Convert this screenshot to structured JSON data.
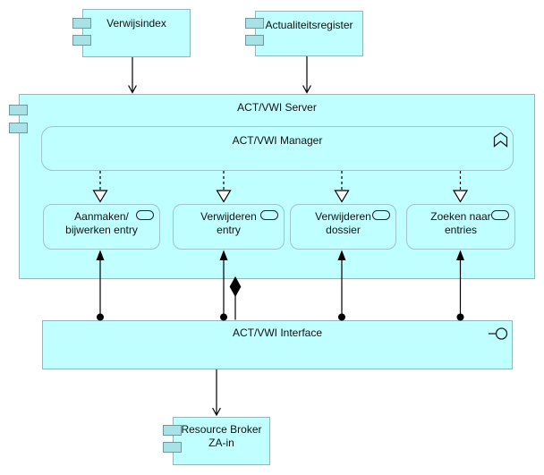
{
  "diagram": {
    "colors": {
      "node_fill": "#BFFFFF",
      "node_border": "#8FB8BE",
      "rounded_border": "#9FC4CA",
      "component_icon_fill": "#A8E2E6",
      "component_icon_border": "#6D9BA1",
      "connector": "#000000"
    },
    "nodes": {
      "verwijsindex": {
        "label": "Verwijsindex",
        "type": "application-component"
      },
      "actualiteitsregister": {
        "label": "Actualiteitsregister",
        "type": "application-component"
      },
      "server": {
        "label": "ACT/VWI Server",
        "type": "application-component"
      },
      "manager": {
        "label": "ACT/VWI Manager",
        "type": "application-function"
      },
      "services": [
        {
          "line1": "Aanmaken/",
          "line2": "bijwerken entry",
          "type": "application-service"
        },
        {
          "line1": "Verwijderen",
          "line2": "entry",
          "type": "application-service"
        },
        {
          "line1": "Verwijderen",
          "line2": "dossier",
          "type": "application-service"
        },
        {
          "line1": "Zoeken naar",
          "line2": "entries",
          "type": "application-service"
        }
      ],
      "interface": {
        "label": "ACT/VWI Interface",
        "type": "application-interface"
      },
      "resource_broker": {
        "line1": "Resource Broker",
        "line2": "ZA-in",
        "type": "application-component"
      }
    },
    "icons": {
      "component": "component-icon (two small tabs on left edge)",
      "function": "function-arrow-icon (top right of manager)",
      "service": "oval-icon (top right of each service)",
      "interface": "lollipop-icon (right of interface bar)"
    },
    "relationships": [
      {
        "type": "serving",
        "from": "Verwijsindex",
        "to": "ACT/VWI Server"
      },
      {
        "type": "serving",
        "from": "Actualiteitsregister",
        "to": "ACT/VWI Server"
      },
      {
        "type": "realization",
        "from": "ACT/VWI Manager",
        "to": "Aanmaken/bijwerken entry"
      },
      {
        "type": "realization",
        "from": "ACT/VWI Manager",
        "to": "Verwijderen entry"
      },
      {
        "type": "realization",
        "from": "ACT/VWI Manager",
        "to": "Verwijderen dossier"
      },
      {
        "type": "realization",
        "from": "ACT/VWI Manager",
        "to": "Zoeken naar entries"
      },
      {
        "type": "assignment",
        "from": "ACT/VWI Interface",
        "to": "Aanmaken/bijwerken entry"
      },
      {
        "type": "assignment",
        "from": "ACT/VWI Interface",
        "to": "Verwijderen entry"
      },
      {
        "type": "assignment",
        "from": "ACT/VWI Interface",
        "to": "Verwijderen dossier"
      },
      {
        "type": "assignment",
        "from": "ACT/VWI Interface",
        "to": "Zoeken naar entries"
      },
      {
        "type": "composition",
        "from": "ACT/VWI Server",
        "to": "ACT/VWI Interface"
      },
      {
        "type": "serving",
        "from": "ACT/VWI Interface",
        "to": "Resource Broker ZA-in"
      }
    ]
  }
}
